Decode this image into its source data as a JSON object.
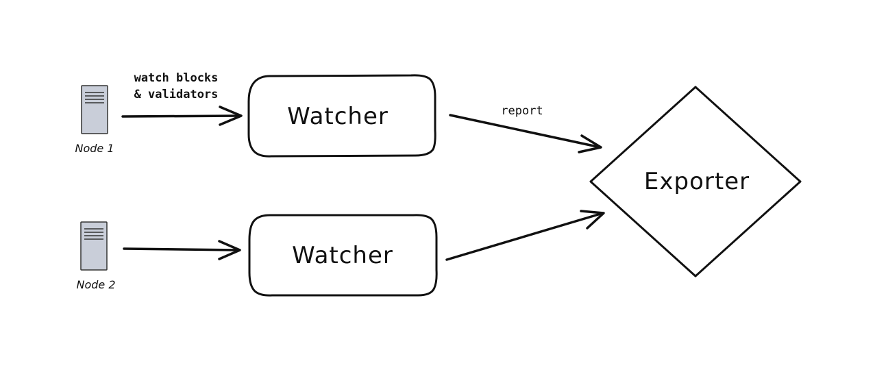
{
  "nodes": [
    {
      "label": "Node 1"
    },
    {
      "label": "Node 2"
    }
  ],
  "watchers": [
    {
      "label": "Watcher"
    },
    {
      "label": "Watcher"
    }
  ],
  "exporter": {
    "label": "Exporter"
  },
  "edges": {
    "node1_to_watcher1": {
      "label_line1": "watch blocks",
      "label_line2": "& validators"
    },
    "watcher1_to_exporter": {
      "label": "report"
    }
  },
  "colors": {
    "stroke": "#111111",
    "server_fill": "#c9ced9",
    "server_stroke": "#333333"
  }
}
